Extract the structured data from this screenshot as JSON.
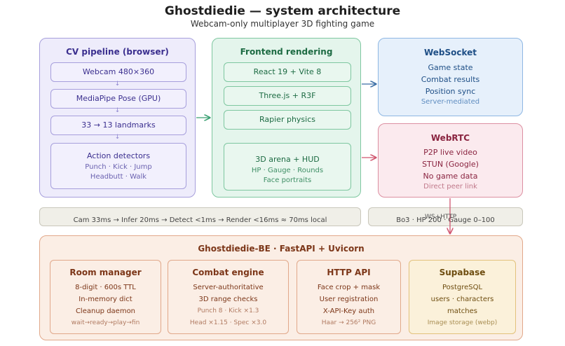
{
  "header": {
    "title": "Ghostdiedie — system architecture",
    "subtitle": "Webcam-only multiplayer 3D fighting game"
  },
  "cv": {
    "title": "CV pipeline (browser)",
    "steps": [
      "Webcam 480×360",
      "MediaPipe Pose (GPU)",
      "33 → 13 landmarks"
    ],
    "detectors": {
      "label": "Action detectors",
      "line1": "Punch · Kick · Jump",
      "line2": "Headbutt · Walk"
    }
  },
  "frontend": {
    "title": "Frontend rendering",
    "items": [
      "React 19 + Vite 8",
      "Three.js + R3F",
      "Rapier physics"
    ],
    "arena": {
      "label": "3D arena + HUD",
      "line1": "HP · Gauge · Rounds",
      "line2": "Face portraits"
    }
  },
  "websocket": {
    "title": "WebSocket",
    "lines": [
      "Game state",
      "Combat results",
      "Position sync"
    ],
    "note": "Server-mediated"
  },
  "webrtc": {
    "title": "WebRTC",
    "lines": [
      "P2P live video",
      "STUN (Google)",
      "No game data"
    ],
    "note": "Direct peer link"
  },
  "latency": {
    "pipeline": "Cam 33ms → Infer 20ms → Detect <1ms → Render <16ms ≈ 70ms local",
    "game": "Bo3 · HP 200 · Gauge 0–100",
    "connector_label": "WS+HTTP"
  },
  "backend": {
    "title": "Ghostdiedie-BE · FastAPI + Uvicorn",
    "room": {
      "title": "Room manager",
      "lines": [
        "8-digit · 600s TTL",
        "In-memory dict",
        "Cleanup daemon"
      ],
      "note": "wait→ready→play→fin"
    },
    "combat": {
      "title": "Combat engine",
      "lines": [
        "Server-authoritative",
        "3D range checks"
      ],
      "note1": "Punch 8 · Kick ×1.3",
      "note2": "Head ×1.15 · Spec ×3.0"
    },
    "http": {
      "title": "HTTP API",
      "lines": [
        "Face crop + mask",
        "User registration",
        "X-API-Key auth"
      ],
      "note": "Haar → 256² PNG"
    },
    "supabase": {
      "title": "Supabase",
      "lines": [
        "PostgreSQL",
        "users · characters",
        "matches"
      ],
      "note": "Image storage (webp)"
    }
  },
  "colors": {
    "cv": "#a79fdc",
    "frontend": "#7ec7a0",
    "websocket": "#8eb7e3",
    "webrtc": "#dc8fa1",
    "backend": "#e1a88a",
    "supabase": "#e2c27c",
    "arrow_green": "#3aa072",
    "arrow_blue": "#3b6ea5",
    "arrow_pink": "#d0566f"
  }
}
